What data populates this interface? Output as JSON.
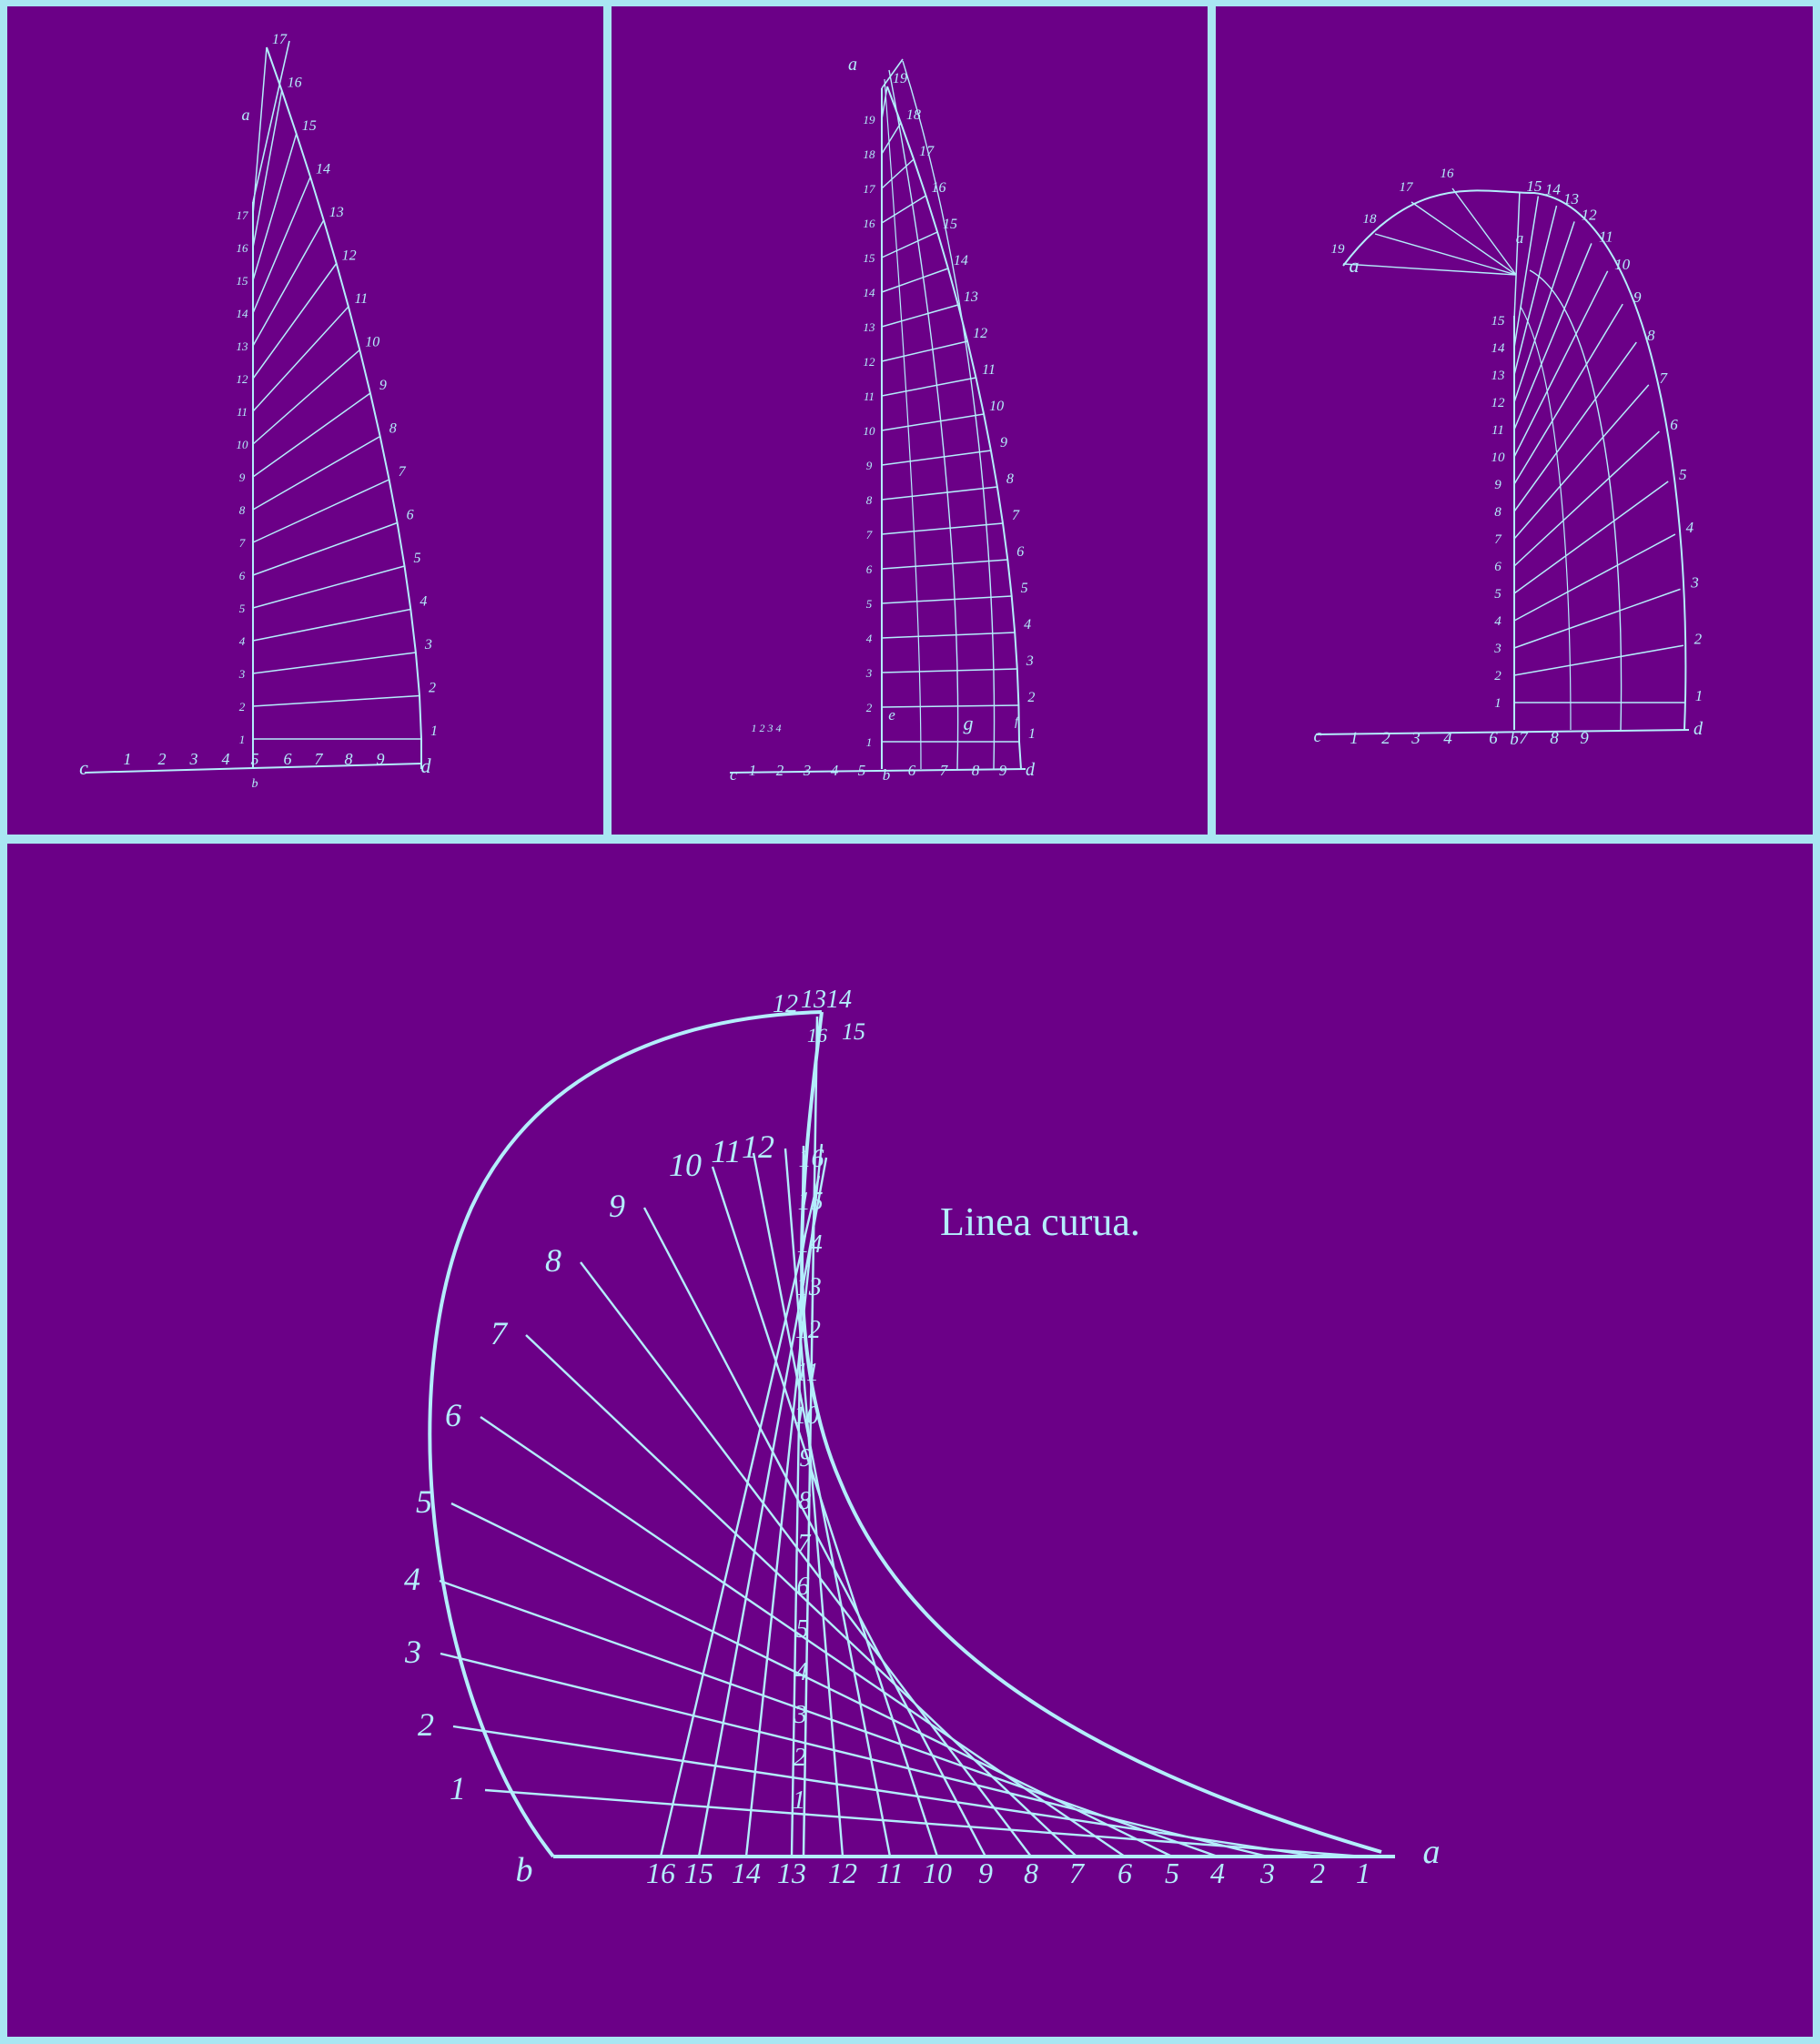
{
  "diagrams": {
    "panel1": {
      "scale_labels": [
        "1",
        "2",
        "3",
        "4",
        "5",
        "6",
        "7",
        "8",
        "9"
      ],
      "endpoint_labels": {
        "c": "c",
        "d": "d",
        "a": "a",
        "b": "b"
      },
      "axis_numbers": [
        "1",
        "2",
        "3",
        "4",
        "5",
        "6",
        "7",
        "8",
        "9",
        "10",
        "11",
        "12",
        "13",
        "14",
        "15",
        "16",
        "17"
      ],
      "curve_numbers": [
        "1",
        "2",
        "3",
        "4",
        "5",
        "6",
        "7",
        "8",
        "9",
        "10",
        "11",
        "12",
        "13",
        "14",
        "15",
        "16",
        "17"
      ]
    },
    "panel2": {
      "scale_labels": [
        "1",
        "2",
        "3",
        "4",
        "5",
        "6",
        "7",
        "8",
        "9"
      ],
      "endpoint_labels": {
        "c": "c",
        "d": "d",
        "a": "a",
        "b": "b",
        "e": "e",
        "g": "g",
        "f": "f"
      },
      "axis_numbers": [
        "1",
        "2",
        "3",
        "4",
        "5",
        "6",
        "7",
        "8",
        "9",
        "10",
        "11",
        "12",
        "13",
        "14",
        "15",
        "16",
        "17",
        "18",
        "19",
        "a"
      ],
      "curve_numbers": [
        "1",
        "2",
        "3",
        "4",
        "5",
        "6",
        "7",
        "8",
        "9",
        "10",
        "11",
        "12",
        "13",
        "14",
        "15",
        "16",
        "17",
        "18",
        "19"
      ],
      "small_scale": "1 2 3 4"
    },
    "panel3": {
      "scale_labels": [
        "1",
        "2",
        "3",
        "4",
        "6",
        "7",
        "8",
        "9"
      ],
      "endpoint_labels": {
        "c": "c",
        "d": "d",
        "a": "a",
        "b": "b",
        "a2": "a"
      },
      "axis_numbers": [
        "1",
        "2",
        "3",
        "4",
        "5",
        "6",
        "7",
        "8",
        "9",
        "10",
        "11",
        "12",
        "13",
        "14",
        "15",
        "16",
        "17",
        "18",
        "19"
      ],
      "curve_numbers": [
        "1",
        "2",
        "3",
        "4",
        "5",
        "6",
        "7",
        "8",
        "9",
        "10",
        "11",
        "12",
        "13",
        "14",
        "15",
        "16",
        "17",
        "18",
        "19"
      ]
    },
    "panel4": {
      "title": "Linea curua.",
      "endpoint_labels": {
        "a": "a",
        "b": "b"
      },
      "base_numbers": [
        "16",
        "15",
        "14",
        "13",
        "12",
        "11",
        "10",
        "9",
        "8",
        "7",
        "6",
        "5",
        "4",
        "3",
        "2",
        "1"
      ],
      "arc_numbers": [
        "1",
        "2",
        "3",
        "4",
        "5",
        "6",
        "7",
        "8",
        "9",
        "10",
        "11",
        "12",
        "13",
        "14",
        "15",
        "16"
      ],
      "axis_numbers": [
        "1",
        "2",
        "3",
        "4",
        "5",
        "6",
        "7",
        "8",
        "9",
        "10",
        "11",
        "12",
        "13",
        "14",
        "15",
        "16"
      ]
    }
  },
  "colors": {
    "background": "#6b0087",
    "ink": "#b4eefc",
    "frame": "#a9e6f2"
  }
}
